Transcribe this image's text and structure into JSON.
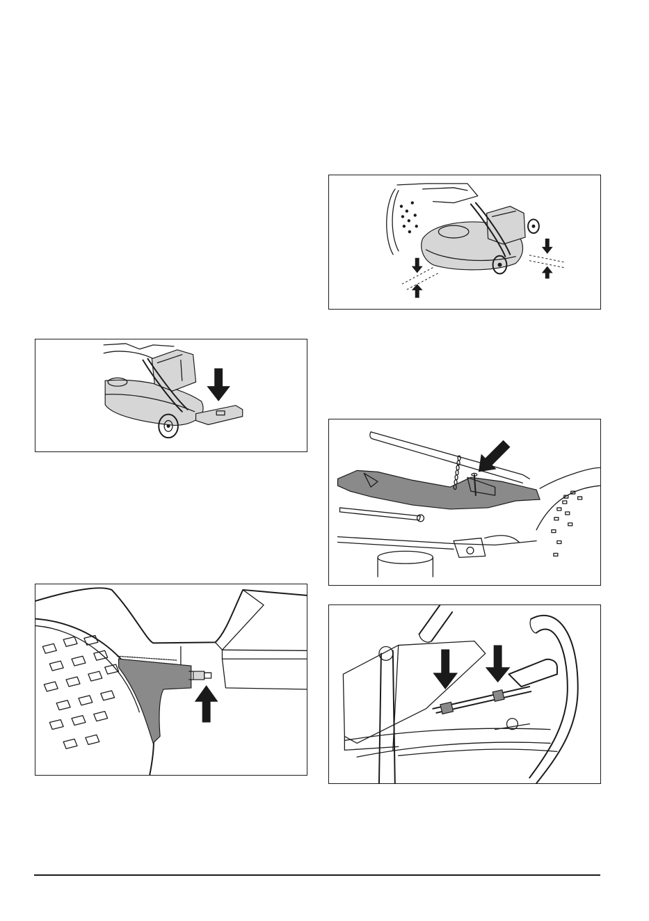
{
  "page": {
    "figures": [
      {
        "id": "deck-height",
        "icon": "mower-deck-height-measure-illustration"
      },
      {
        "id": "press-pedal",
        "icon": "mower-pedal-press-illustration"
      },
      {
        "id": "deck-chain",
        "icon": "deck-suspension-chain-illustration"
      },
      {
        "id": "adjust-bolt",
        "icon": "wheel-bracket-adjust-bolt-illustration"
      },
      {
        "id": "cable-nuts",
        "icon": "cable-adjust-nuts-illustration"
      }
    ],
    "colors": {
      "line": "#1a1a1a",
      "shade": "#8a8a8a",
      "background": "#ffffff"
    }
  }
}
